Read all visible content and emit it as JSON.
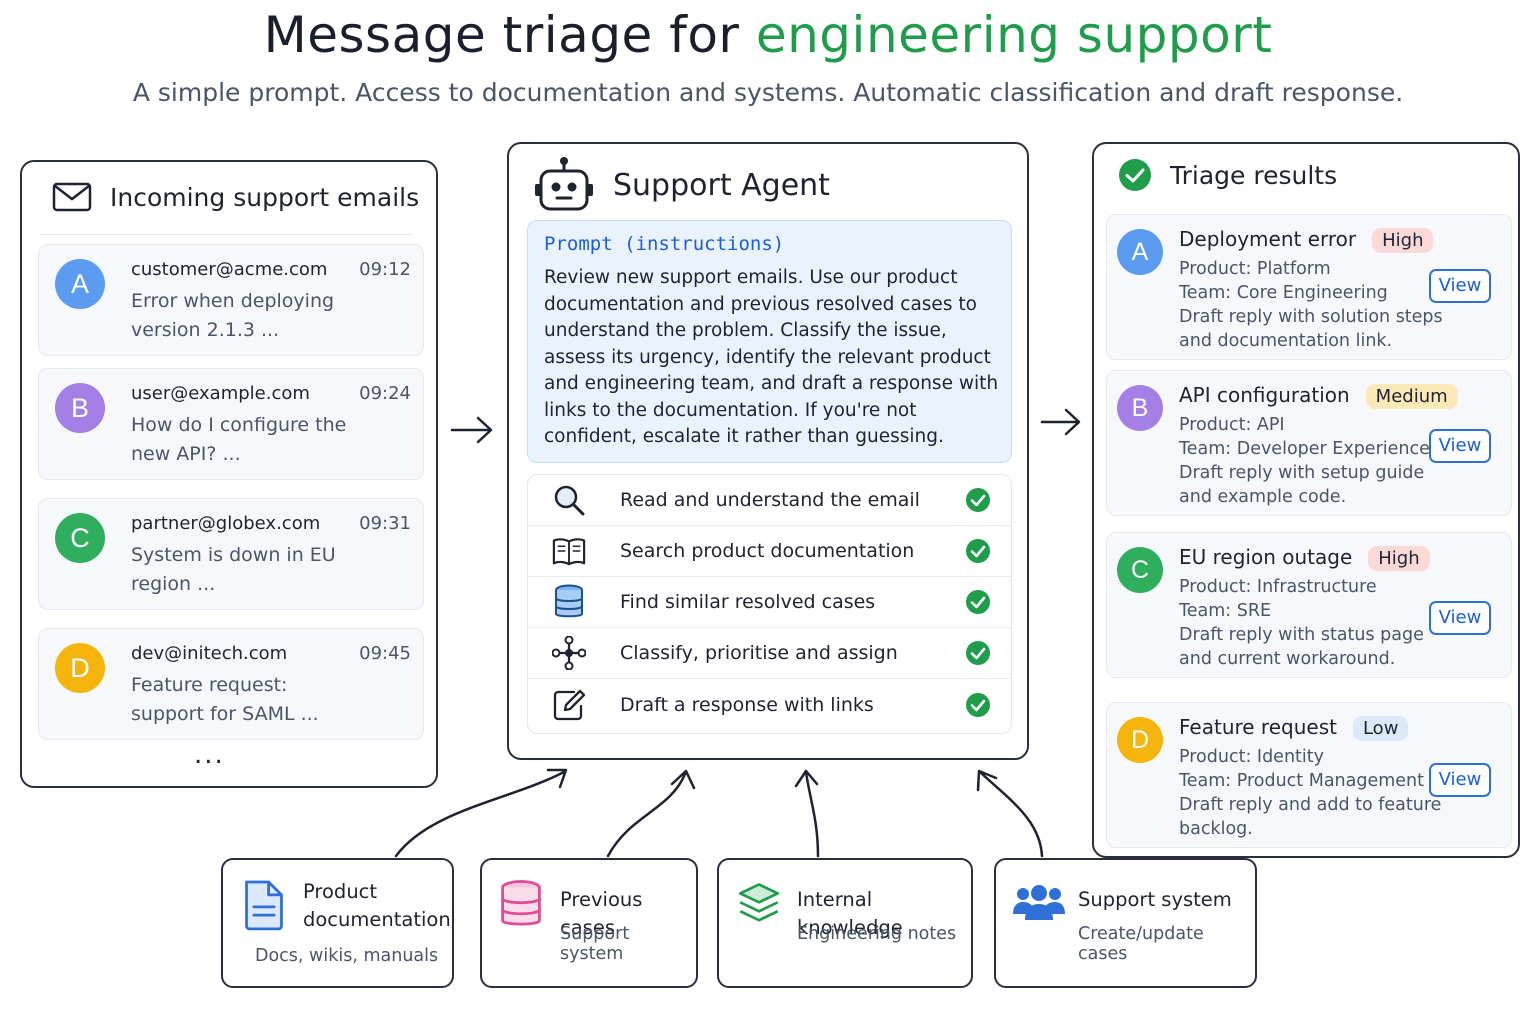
{
  "title": {
    "prefix": "Message triage for ",
    "accent": "engineering support"
  },
  "subtitle": "A simple prompt. Access to documentation and systems. Automatic classification and draft response.",
  "colors": {
    "accent_green": "#1f9d4a",
    "link_blue": "#1a5fd6",
    "avatar_a": "#5b9bf0",
    "avatar_b": "#a37fe6",
    "avatar_c": "#2fae5e",
    "avatar_d": "#f5b40c",
    "high": "#fbd9d9",
    "medium": "#fde8b8",
    "low": "#dbe9fb"
  },
  "inbox": {
    "title": "Incoming support emails",
    "icon": "mail-icon",
    "emails": [
      {
        "letter": "A",
        "from": "customer@acme.com",
        "time": "09:12",
        "preview": "Error when deploying version 2.1.3 ..."
      },
      {
        "letter": "B",
        "from": "user@example.com",
        "time": "09:24",
        "preview": "How do I configure the new API? ..."
      },
      {
        "letter": "C",
        "from": "partner@globex.com",
        "time": "09:31",
        "preview": "System is down in EU region ..."
      },
      {
        "letter": "D",
        "from": "dev@initech.com",
        "time": "09:45",
        "preview": "Feature request: support for SAML ..."
      }
    ],
    "more": "..."
  },
  "agent": {
    "title": "Support Agent",
    "icon": "robot-icon",
    "prompt_label": "Prompt (instructions)",
    "prompt_text": "Review new support emails. Use our product documentation and previous resolved cases to understand the problem. Classify the issue, assess its urgency, identify the relevant product and engineering team, and draft a response with links to the documentation. If you're not confident, escalate it rather than guessing.",
    "steps": [
      {
        "label": "Read and understand the email",
        "icon": "magnifier-icon"
      },
      {
        "label": "Search product documentation",
        "icon": "book-icon"
      },
      {
        "label": "Find similar resolved cases",
        "icon": "database-icon"
      },
      {
        "label": "Classify, prioritise and assign",
        "icon": "routing-icon"
      },
      {
        "label": "Draft a response with links",
        "icon": "edit-icon"
      }
    ]
  },
  "results": {
    "title": "Triage results",
    "icon": "check-circle-icon",
    "items": [
      {
        "letter": "A",
        "title": "Deployment error",
        "priority": "High",
        "product": "Product: Platform",
        "team": "Team: Core Engineering",
        "draft": "Draft reply with solution steps and documentation link.",
        "button": "View"
      },
      {
        "letter": "B",
        "title": "API configuration",
        "priority": "Medium",
        "product": "Product: API",
        "team": "Team: Developer Experience",
        "draft": "Draft reply with setup guide and example code.",
        "button": "View"
      },
      {
        "letter": "C",
        "title": "EU region outage",
        "priority": "High",
        "product": "Product: Infrastructure",
        "team": "Team: SRE",
        "draft": "Draft reply with status page and current workaround.",
        "button": "View"
      },
      {
        "letter": "D",
        "title": "Feature request",
        "priority": "Low",
        "product": "Product: Identity",
        "team": "Team: Product Management",
        "draft": "Draft reply and add to feature backlog.",
        "button": "View"
      }
    ]
  },
  "sources": [
    {
      "title": "Product documentation",
      "subtitle": "Docs, wikis, manuals",
      "icon": "document-icon"
    },
    {
      "title": "Previous cases",
      "subtitle": "Support system",
      "icon": "database-icon"
    },
    {
      "title": "Internal knowledge",
      "subtitle": "Engineering notes",
      "icon": "layers-icon"
    },
    {
      "title": "Support system",
      "subtitle": "Create/update cases",
      "icon": "users-icon"
    }
  ]
}
